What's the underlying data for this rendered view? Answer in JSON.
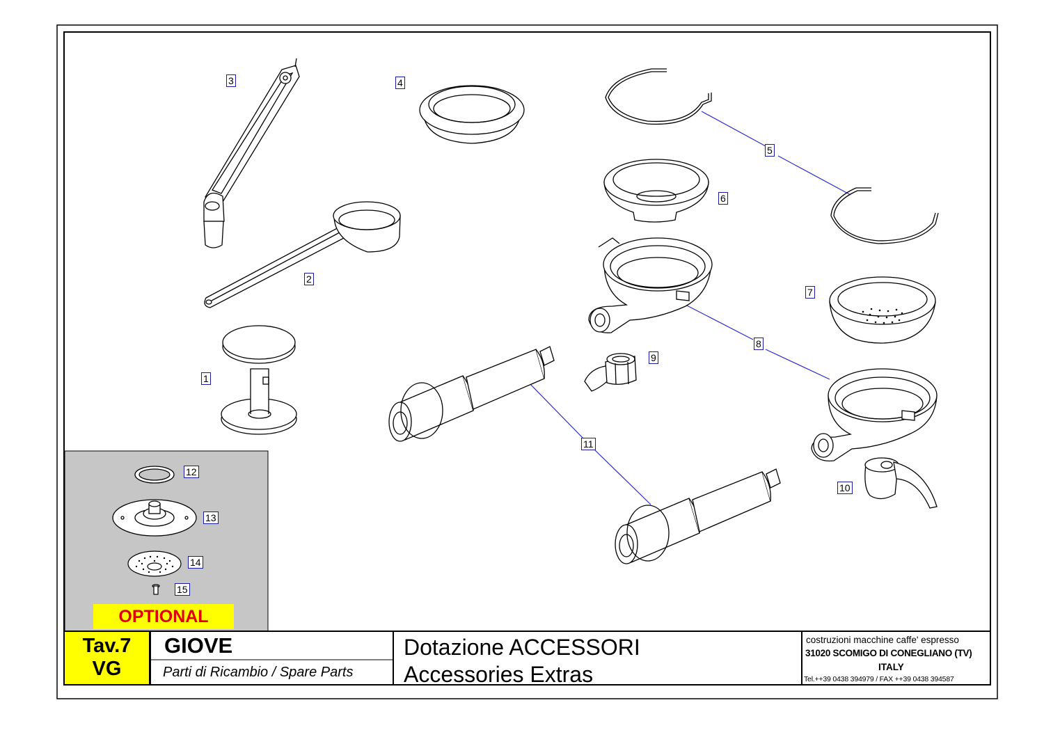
{
  "title_block": {
    "code": "Tav.7",
    "variant": "VG",
    "model": "GIOVE",
    "parts_label": "Parti di Ricambio / Spare Parts",
    "description_it": "Dotazione ACCESSORI",
    "description_en": "Accessories Extras",
    "maker": {
      "line1": "costruzioni macchine caffe' espresso",
      "line2": "31020 SCOMIGO DI CONEGLIANO (TV)",
      "line3": "ITALY",
      "line4": "Tel.++39 0438 394979 / FAX ++39 0438 394587"
    }
  },
  "optional_label": "OPTIONAL",
  "part_labels": [
    "1",
    "2",
    "3",
    "4",
    "5",
    "6",
    "7",
    "8",
    "9",
    "10",
    "11",
    "12",
    "13",
    "14",
    "15"
  ],
  "colors": {
    "optional_panel": "#c6c6c6",
    "highlight": "#ffff00",
    "optional_text": "#e00000",
    "leader_line": "#2a2ad0"
  }
}
